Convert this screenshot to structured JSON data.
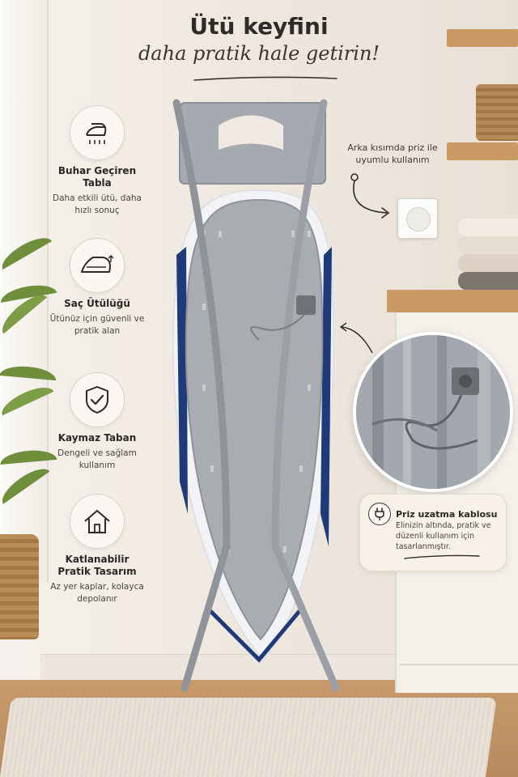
{
  "heading": {
    "title": "Ütü keyfini",
    "subtitle": "daha pratik hale getirin!"
  },
  "features": [
    {
      "icon": "steam-iron-icon",
      "title": "Buhar Geçiren Tabla",
      "desc": "Daha etkili ütü, daha hızlı sonuç"
    },
    {
      "icon": "hair-straightener-icon",
      "title": "Saç Ütülüğü",
      "desc": "Ütünüz için güvenli ve pratik alan"
    },
    {
      "icon": "shield-check-icon",
      "title": "Kaymaz Taban",
      "desc": "Dengeli ve sağlam kullanım"
    },
    {
      "icon": "house-icon",
      "title": "Katlanabilir Pratik Tasarım",
      "desc": "Az yer kaplar, kolayca depolanır"
    }
  ],
  "callouts": {
    "back_note": "Arka kısımda priz ile uyumlu kullanım",
    "extension": {
      "icon": "plug-icon",
      "title": "Priz uzatma kablosu",
      "desc": "Elinizin altında, pratik ve düzenli kullanım için tasarlanmıştır."
    }
  },
  "colors": {
    "text_dark": "#2e2a27",
    "board_metal": "#a9adb2",
    "cover_navy": "#1f3a78",
    "card_bg": "#f7f1e8"
  }
}
